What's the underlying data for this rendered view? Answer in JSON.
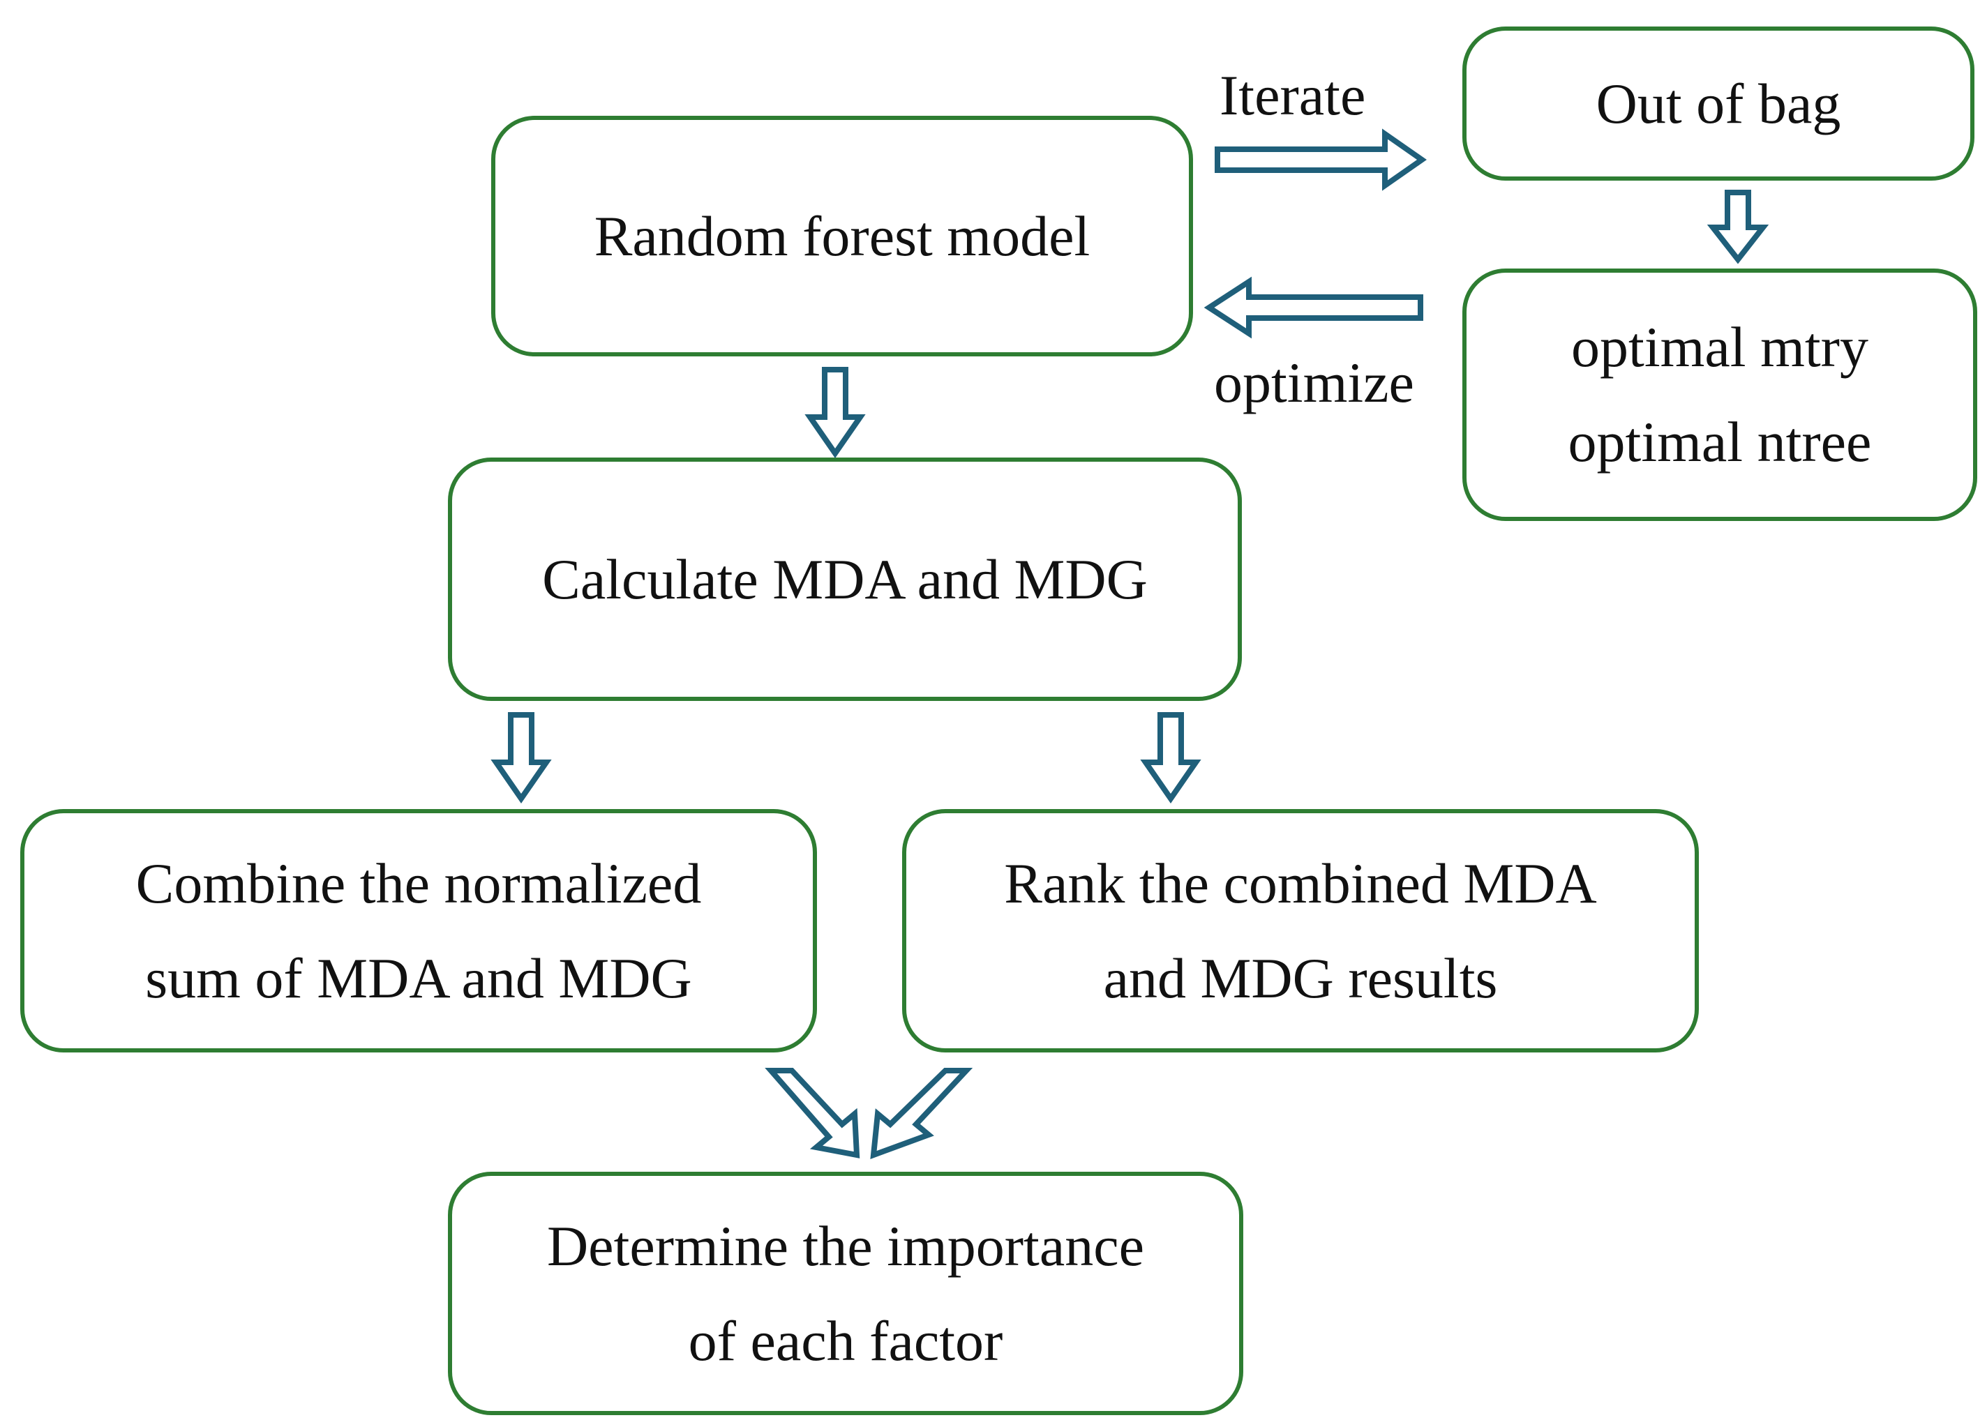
{
  "nodes": {
    "random_forest": {
      "lines": [
        "Random forest model"
      ]
    },
    "out_of_bag": {
      "lines": [
        "Out of bag"
      ]
    },
    "optimal_params": {
      "lines": [
        "optimal mtry",
        "optimal ntree"
      ]
    },
    "calculate": {
      "lines": [
        "Calculate MDA and MDG"
      ]
    },
    "combine": {
      "lines": [
        "Combine the normalized",
        "sum of MDA and MDG"
      ]
    },
    "rank": {
      "lines": [
        "Rank the combined MDA",
        "and MDG results"
      ]
    },
    "determine": {
      "lines": [
        "Determine the importance",
        "of each factor"
      ]
    }
  },
  "edge_labels": {
    "iterate": "Iterate",
    "optimize": "optimize"
  },
  "colors": {
    "box_border": "#2e7d32",
    "arrow_stroke": "#1f5f7a",
    "text": "#111111"
  }
}
